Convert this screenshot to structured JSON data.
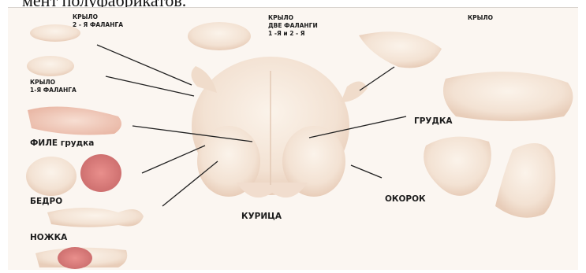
{
  "top_text": "мент полуфабрикатов.",
  "labels": {
    "wing_phalanx2": [
      "КРЫЛО",
      "2 - Я ФАЛАНГА"
    ],
    "wing_two_phalanges": [
      "КРЫЛО",
      "ДВЕ ФАЛАНГИ",
      "1 -Я и 2 - Я"
    ],
    "wing": "КРЫЛО",
    "wing_phalanx1": [
      "КРЫЛО",
      "1-Я ФАЛАНГА"
    ],
    "fillet_breast": "ФИЛЕ грудка",
    "breast": "ГРУДКА",
    "thigh": "БЕДРО",
    "leg_quarter": "ОКОРОК",
    "chicken": "КУРИЦА",
    "drumstick": "НОЖКА"
  },
  "colors": {
    "background": "#fbf6f1",
    "meat": "#f2d3c5",
    "skin": "#f6eadf",
    "lines": "#222222"
  }
}
